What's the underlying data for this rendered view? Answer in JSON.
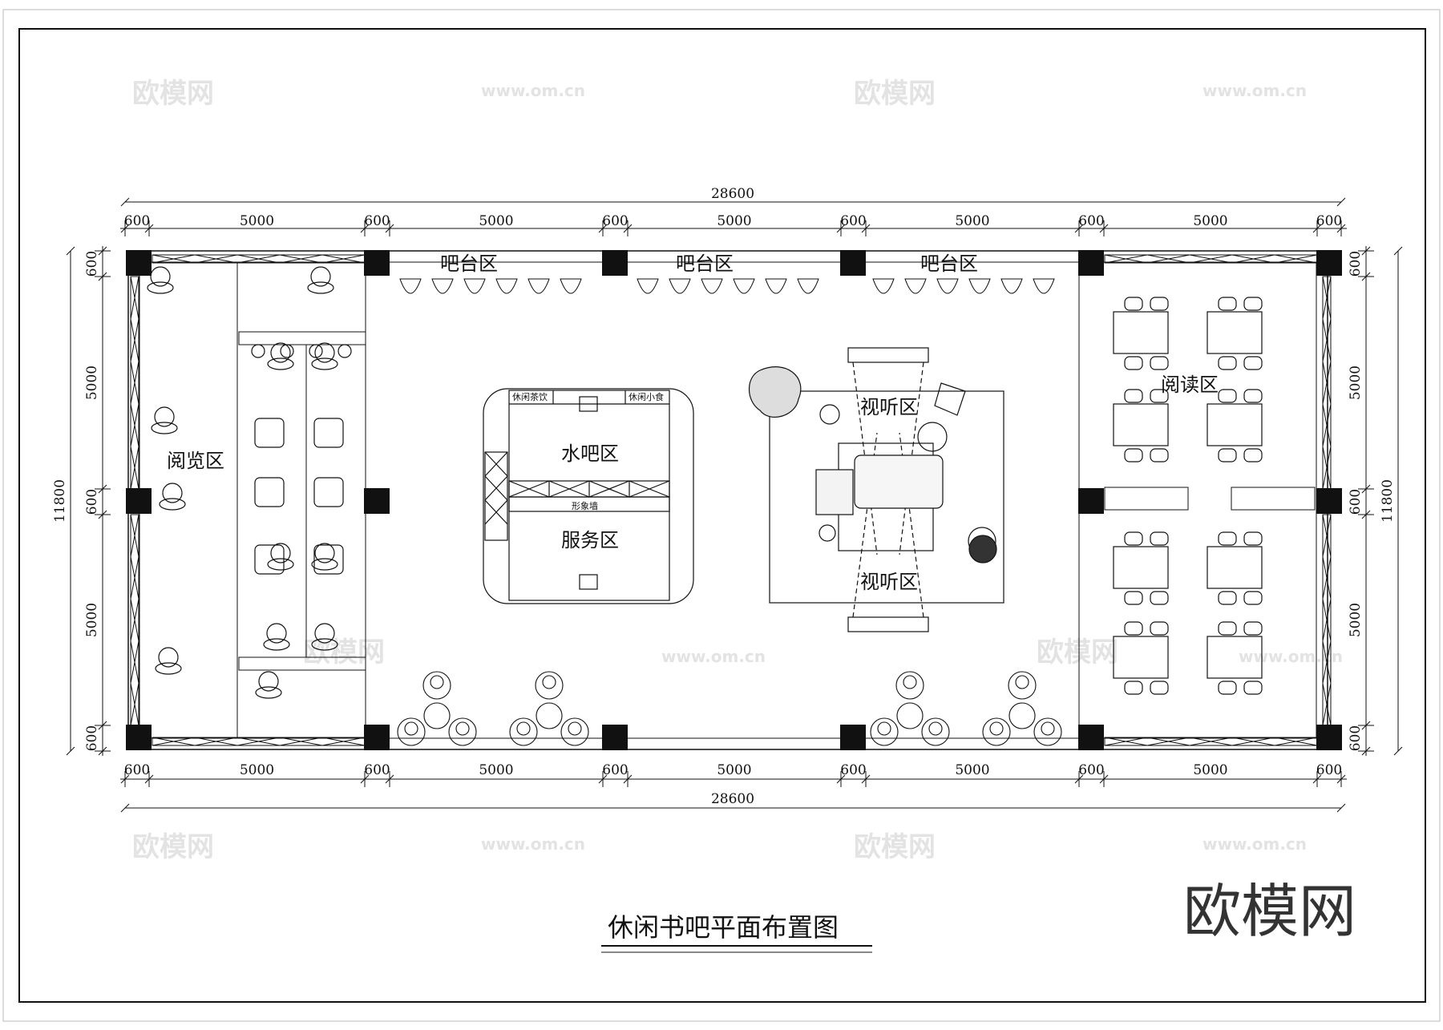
{
  "drawing": {
    "title": "休闲书吧平面布置图",
    "watermark_logo": "欧模网",
    "watermark_url": "www.om.cn"
  },
  "dimensions": {
    "overall_width": "28600",
    "overall_height": "11800",
    "horizontal_segments": [
      "600",
      "5000",
      "600",
      "5000",
      "600",
      "5000",
      "600",
      "5000",
      "600",
      "5000",
      "600"
    ],
    "vertical_segments": [
      "600",
      "5000",
      "600",
      "5000",
      "600"
    ]
  },
  "zones": {
    "bar_area": "吧台区",
    "browse_area": "阅览区",
    "water_bar": "水吧区",
    "service_area": "服务区",
    "av_area": "视听区",
    "reading_area": "阅读区",
    "image_wall": "形象墙",
    "leisure_tea": "休闲茶饮",
    "leisure_snack": "休闲小食"
  }
}
